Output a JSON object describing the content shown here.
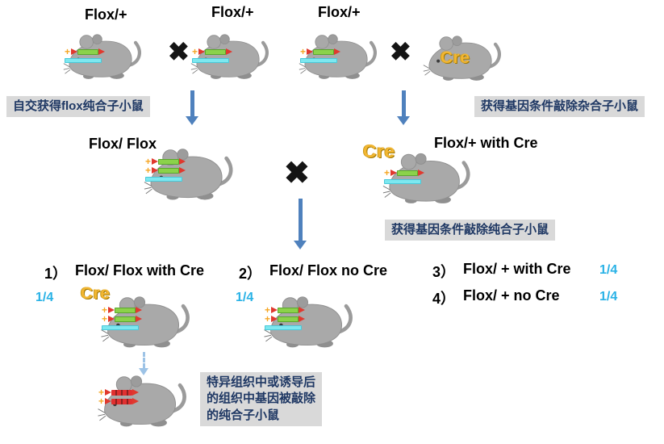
{
  "notes": {
    "left": "自交获得flox纯合子小鼠",
    "right": "获得基因条件敲除杂合子小鼠",
    "mid": "获得基因条件敲除纯合子小鼠",
    "bottom_lines": [
      "特异组织中或诱导后",
      "的组织中基因被敲除",
      "的纯合子小鼠"
    ]
  },
  "generation1": {
    "labels": [
      "Flox/+",
      "Flox/+",
      "Flox/+"
    ],
    "cre_mouse_label": "Cre",
    "cross": "✖"
  },
  "generation2": {
    "left_genotype": "Flox/ Flox",
    "cre_label": "Cre",
    "right_genotype": "Flox/+ with Cre",
    "cross": "✖"
  },
  "generation3": {
    "cre_label": "Cre",
    "offspring": [
      {
        "index": "1）",
        "genotype": "Flox/ Flox with Cre",
        "ratio": "1/4"
      },
      {
        "index": "2）",
        "genotype": "Flox/ Flox no Cre",
        "ratio": "1/4"
      },
      {
        "index": "3）",
        "genotype": "Flox/ + with Cre",
        "ratio": "1/4"
      },
      {
        "index": "4）",
        "genotype": "Flox/ + no Cre",
        "ratio": "1/4"
      }
    ]
  },
  "colors": {
    "note_bg": "#d9d9d9",
    "note_text": "#1f3864",
    "arrow_blue": "#4f81bd",
    "dashed_arrow": "#9dc3e6",
    "cre_yellow": "#f2b632",
    "ratio_blue": "#29b2e6",
    "flox_green": "#8bd24a",
    "loxp_red": "#e0392e",
    "wt_cyan": "#7de8f0",
    "mouse_gray": "#a9a9a9"
  }
}
